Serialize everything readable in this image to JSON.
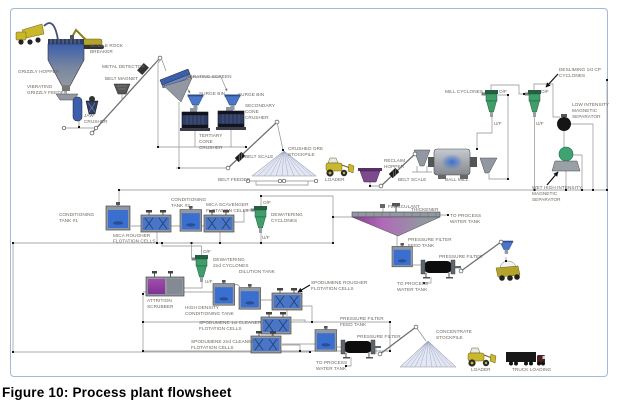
{
  "figure": {
    "caption": "Figure 10: Process plant flowsheet"
  },
  "colors": {
    "frame_border": "#a2bad6",
    "line": "#8f8f8f",
    "label": "#6d675f",
    "tank_blue": "#3a6fd0",
    "cyclone_green": "#3f9e6a",
    "hopper_blue": "#3b5fae",
    "purple": "#8e3a96",
    "equipment_gray": "#9298a1",
    "machine_navy": "#2e3d63",
    "vehicle_yellow": "#c9b82e",
    "filter_black": "#0d0d0d"
  },
  "icons": [
    "dump-truck-icon",
    "mobile-rock-breaker-icon",
    "grizzly-hopper-icon",
    "vibrating-grizzly-feeder-icon",
    "jaw-crusher-icon",
    "belt-magnet-icon",
    "metal-detector-icon",
    "vibrating-screen-icon",
    "surge-bin-icon",
    "cone-crusher-icon",
    "belt-scale-icon",
    "stockpile-icon",
    "loader-icon",
    "reclaim-hopper-icon",
    "ball-mill-icon",
    "hydrocyclone-icon",
    "magnetic-separator-icon",
    "agitated-tank-icon",
    "flotation-cell-icon",
    "attrition-scrubber-icon",
    "thickener-icon",
    "pressure-filter-icon",
    "semi-truck-icon"
  ],
  "labels": {
    "mobile_rock_breaker": [
      "MOBILE ROCK",
      "BREAKER"
    ],
    "grizzly_hopper": [
      "GRIZZLY HOPPER"
    ],
    "vibrating_grizzly_feeder": [
      "VIBRATING",
      "GRIZZLY FEEDER"
    ],
    "jaw_crusher": [
      "JAW",
      "CRUSHER"
    ],
    "metal_detector": [
      "METAL DETECTOR"
    ],
    "belt_magnet": [
      "BELT MAGNET"
    ],
    "vibrating_screen": [
      "VIBRATING SCREEN"
    ],
    "surge_bin_1": [
      "SURGE BIN"
    ],
    "surge_bin_2": [
      "SURGE BIN"
    ],
    "secondary_cone_crusher": [
      "SECONDARY",
      "CONE",
      "CRUSHER"
    ],
    "tertiary_cone_crusher": [
      "TERTIARY",
      "CONE",
      "CRUSHER"
    ],
    "belt_scale_1": [
      "BELT SCALE"
    ],
    "crushed_ore_stockpile": [
      "CRUSHED ORE",
      "STOCKPILE"
    ],
    "belt_feeder": [
      "BELT FEEDER"
    ],
    "loader_1": [
      "LOADER"
    ],
    "reclaim_hopper": [
      "RECLAIM",
      "HOPPER"
    ],
    "belt_scale_2": [
      "BELT SCALE"
    ],
    "ball_mill": [
      "BALL MILL"
    ],
    "mill_cyclones": [
      "MILL CYCLONES"
    ],
    "of_mill": [
      "O/F"
    ],
    "uf_mill": [
      "U/F"
    ],
    "desliming_cyclones": [
      "DESLIMING 1st CP",
      "CYCLONES"
    ],
    "of_desliming": [
      "O/F"
    ],
    "uf_desliming": [
      "U/F"
    ],
    "lims": [
      "LOW INTENSITY",
      "MAGNETIC",
      "SEPARATOR"
    ],
    "whims": [
      "WET HIGH INTENSITY",
      "MAGNETIC",
      "SEPARATOR"
    ],
    "conditioning_tank_1": [
      "CONDITIONING",
      "TANK #1"
    ],
    "conditioning_tank_2": [
      "CONDITIONING",
      "TANK #2"
    ],
    "mica_rougher": [
      "MICA ROUGHER",
      "FLOTATION CELLS"
    ],
    "mica_scavenger": [
      "MICA SCAVENGER",
      "FLOTATION CELLS"
    ],
    "of_dewatering": [
      "O/F"
    ],
    "uf_dewatering": [
      "U/F"
    ],
    "dewatering_cyclones": [
      "DEWATERING",
      "CYCLONES"
    ],
    "flocculant": [
      "FLOCCULANT"
    ],
    "thickener": [
      "THICKENER"
    ],
    "to_process_water_1": [
      "TO PROCESS",
      "WATER TANK"
    ],
    "pf_feed_tank_1": [
      "PRESSURE FILTER",
      "FEED TANK"
    ],
    "pressure_filter_1": [
      "PRESSURE FILTER"
    ],
    "to_process_water_2": [
      "TO PROCESS",
      "WATER TANK"
    ],
    "of_dewatering2": [
      "O/F"
    ],
    "uf_dewatering2": [
      "U/F"
    ],
    "dewatering_2nd_cyclones": [
      "DEWATERING",
      "2nd CYCLONES"
    ],
    "dilution_tank": [
      "DILUTION TANK"
    ],
    "attrition_scrubber": [
      "ATTRITION",
      "SCRUBBER"
    ],
    "hd_conditioning_tank": [
      "HIGH DENSITY",
      "CONDITIONING TANK"
    ],
    "spodumene_rougher": [
      "SPODUMENE ROUGHER",
      "FLOTATION CELLS"
    ],
    "spod_1st_cleaner": [
      "SPODUMENE 1st CLEANER",
      "FLOTATION CELLS"
    ],
    "spod_2nd_cleaner": [
      "SPODUMENE 2nd CLEANER",
      "FLOTATION CELLS"
    ],
    "pf_feed_tank_2": [
      "PRESSURE FILTER",
      "FEED TANK"
    ],
    "pressure_filter_2": [
      "PRESSURE FILTER"
    ],
    "to_process_water_3": [
      "TO PROCESS",
      "WATER TANK"
    ],
    "concentrate_stockpile": [
      "CONCENTRATE",
      "STOCKPILE"
    ],
    "loader_2": [
      "LOADER"
    ],
    "truck_loading": [
      "TRUCK LOADING"
    ]
  }
}
